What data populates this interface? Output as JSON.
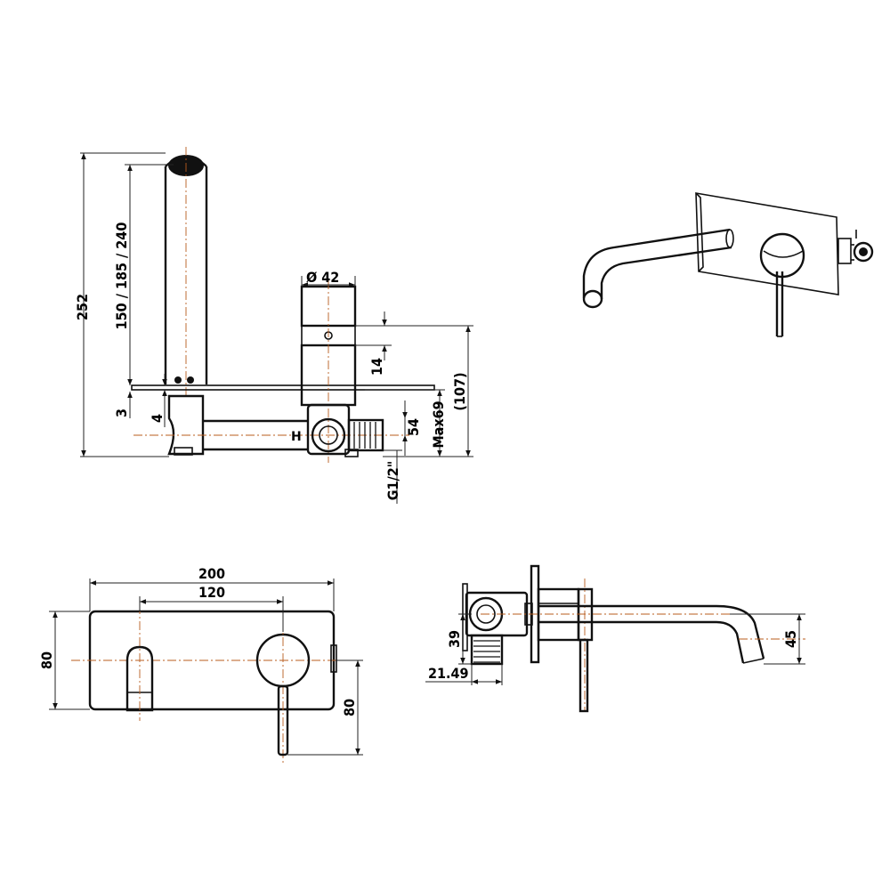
{
  "dimensions": {
    "overall_height": "252",
    "spout_lengths": "150 / 185 / 240",
    "plate_thickness": "3",
    "offset_4": "4",
    "handle_diameter": "Ø 42",
    "handle_gap": "14",
    "to_center_54": "54",
    "max_depth": "Max69",
    "body_depth": "(107)",
    "thread": "G1/2\"",
    "plate_width": "200",
    "center_spacing": "120",
    "plate_height": "80",
    "lever_length": "80",
    "side_39": "39",
    "side_21_49": "21.49",
    "spout_drop": "45"
  },
  "labels": {
    "hot_mark": "H"
  }
}
